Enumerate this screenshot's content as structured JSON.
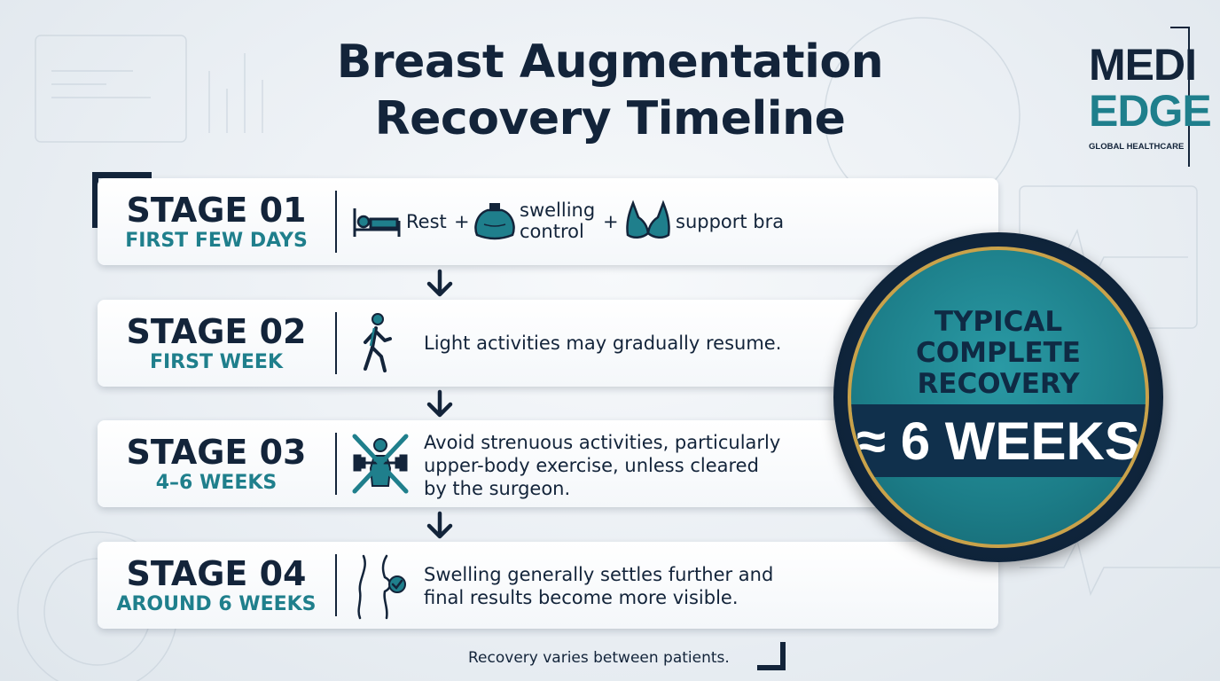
{
  "title_line1": "Breast Augmentation",
  "title_line2": "Recovery Timeline",
  "logo": {
    "line1": "MEDI",
    "line2": "EDGE",
    "line3": "GLOBAL HEALTHCARE"
  },
  "stages": [
    {
      "label": "STAGE 01",
      "sub": "FIRST FEW DAYS",
      "rest": "Rest",
      "plus": "+",
      "swelling1": "swelling",
      "swelling2": "control",
      "bra": "support bra",
      "icons": [
        "bed-icon",
        "ice-pack-icon",
        "bra-icon"
      ]
    },
    {
      "label": "STAGE 02",
      "sub": "FIRST WEEK",
      "desc": "Light activities may gradually resume.",
      "icon": "walking-person-icon"
    },
    {
      "label": "STAGE 03",
      "sub": "4–6 WEEKS",
      "desc1": "Avoid strenuous activities, particularly",
      "desc2": "upper-body exercise, unless cleared",
      "desc3": "by the surgeon.",
      "icon": "no-weightlifting-icon"
    },
    {
      "label": "STAGE 04",
      "sub": "AROUND 6 WEEKS",
      "desc1": "Swelling generally settles further and",
      "desc2": "final results become more visible.",
      "icon": "body-profile-check-icon"
    }
  ],
  "badge": {
    "line1": "TYPICAL",
    "line2": "COMPLETE",
    "line3": "RECOVERY",
    "value": "≈ 6 WEEKS"
  },
  "footnote": "Recovery varies between patients.",
  "colors": {
    "navy": "#13243a",
    "teal": "#1f7f8c",
    "gold": "#c9a24a"
  }
}
